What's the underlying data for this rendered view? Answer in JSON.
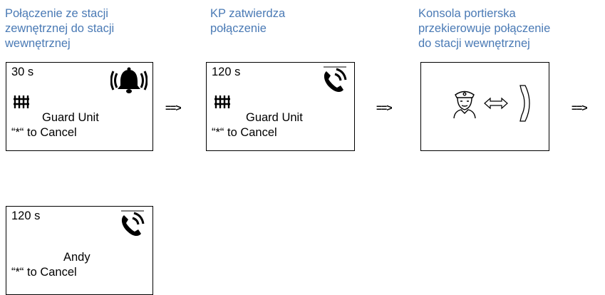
{
  "steps": [
    {
      "caption": [
        "Połączenie ze stacji",
        "zewnętrznej do stacji",
        "wewnętrznej"
      ],
      "screen": {
        "timer": "30 s",
        "name": "Guard Unit",
        "cancel": "“*“ to Cancel",
        "status_icon": "bell-ringing-icon",
        "unit_icon": "door-station-icon"
      },
      "arrow": "==>"
    },
    {
      "caption": [
        "KP zatwierdza",
        "połączenie"
      ],
      "screen": {
        "timer": "120 s",
        "name": "Guard Unit",
        "cancel": "“*“ to Cancel",
        "status_icon": "phone-call-icon",
        "unit_icon": "door-station-icon"
      },
      "arrow": "==>"
    },
    {
      "caption": [
        "Konsola portierska",
        "przekierowuje połączenie",
        "do stacji wewnętrznej"
      ],
      "screen": {
        "icons": [
          "guard-icon",
          "bidirectional-arrow-icon",
          "handset-icon"
        ]
      },
      "arrow": "==>"
    },
    {
      "caption": [],
      "screen": {
        "timer": "120 s",
        "name": "Andy",
        "cancel": "“*“ to Cancel",
        "status_icon": "phone-call-icon"
      }
    }
  ],
  "colors": {
    "caption": "#4a7ab5",
    "text": "#000000",
    "border": "#000000"
  }
}
